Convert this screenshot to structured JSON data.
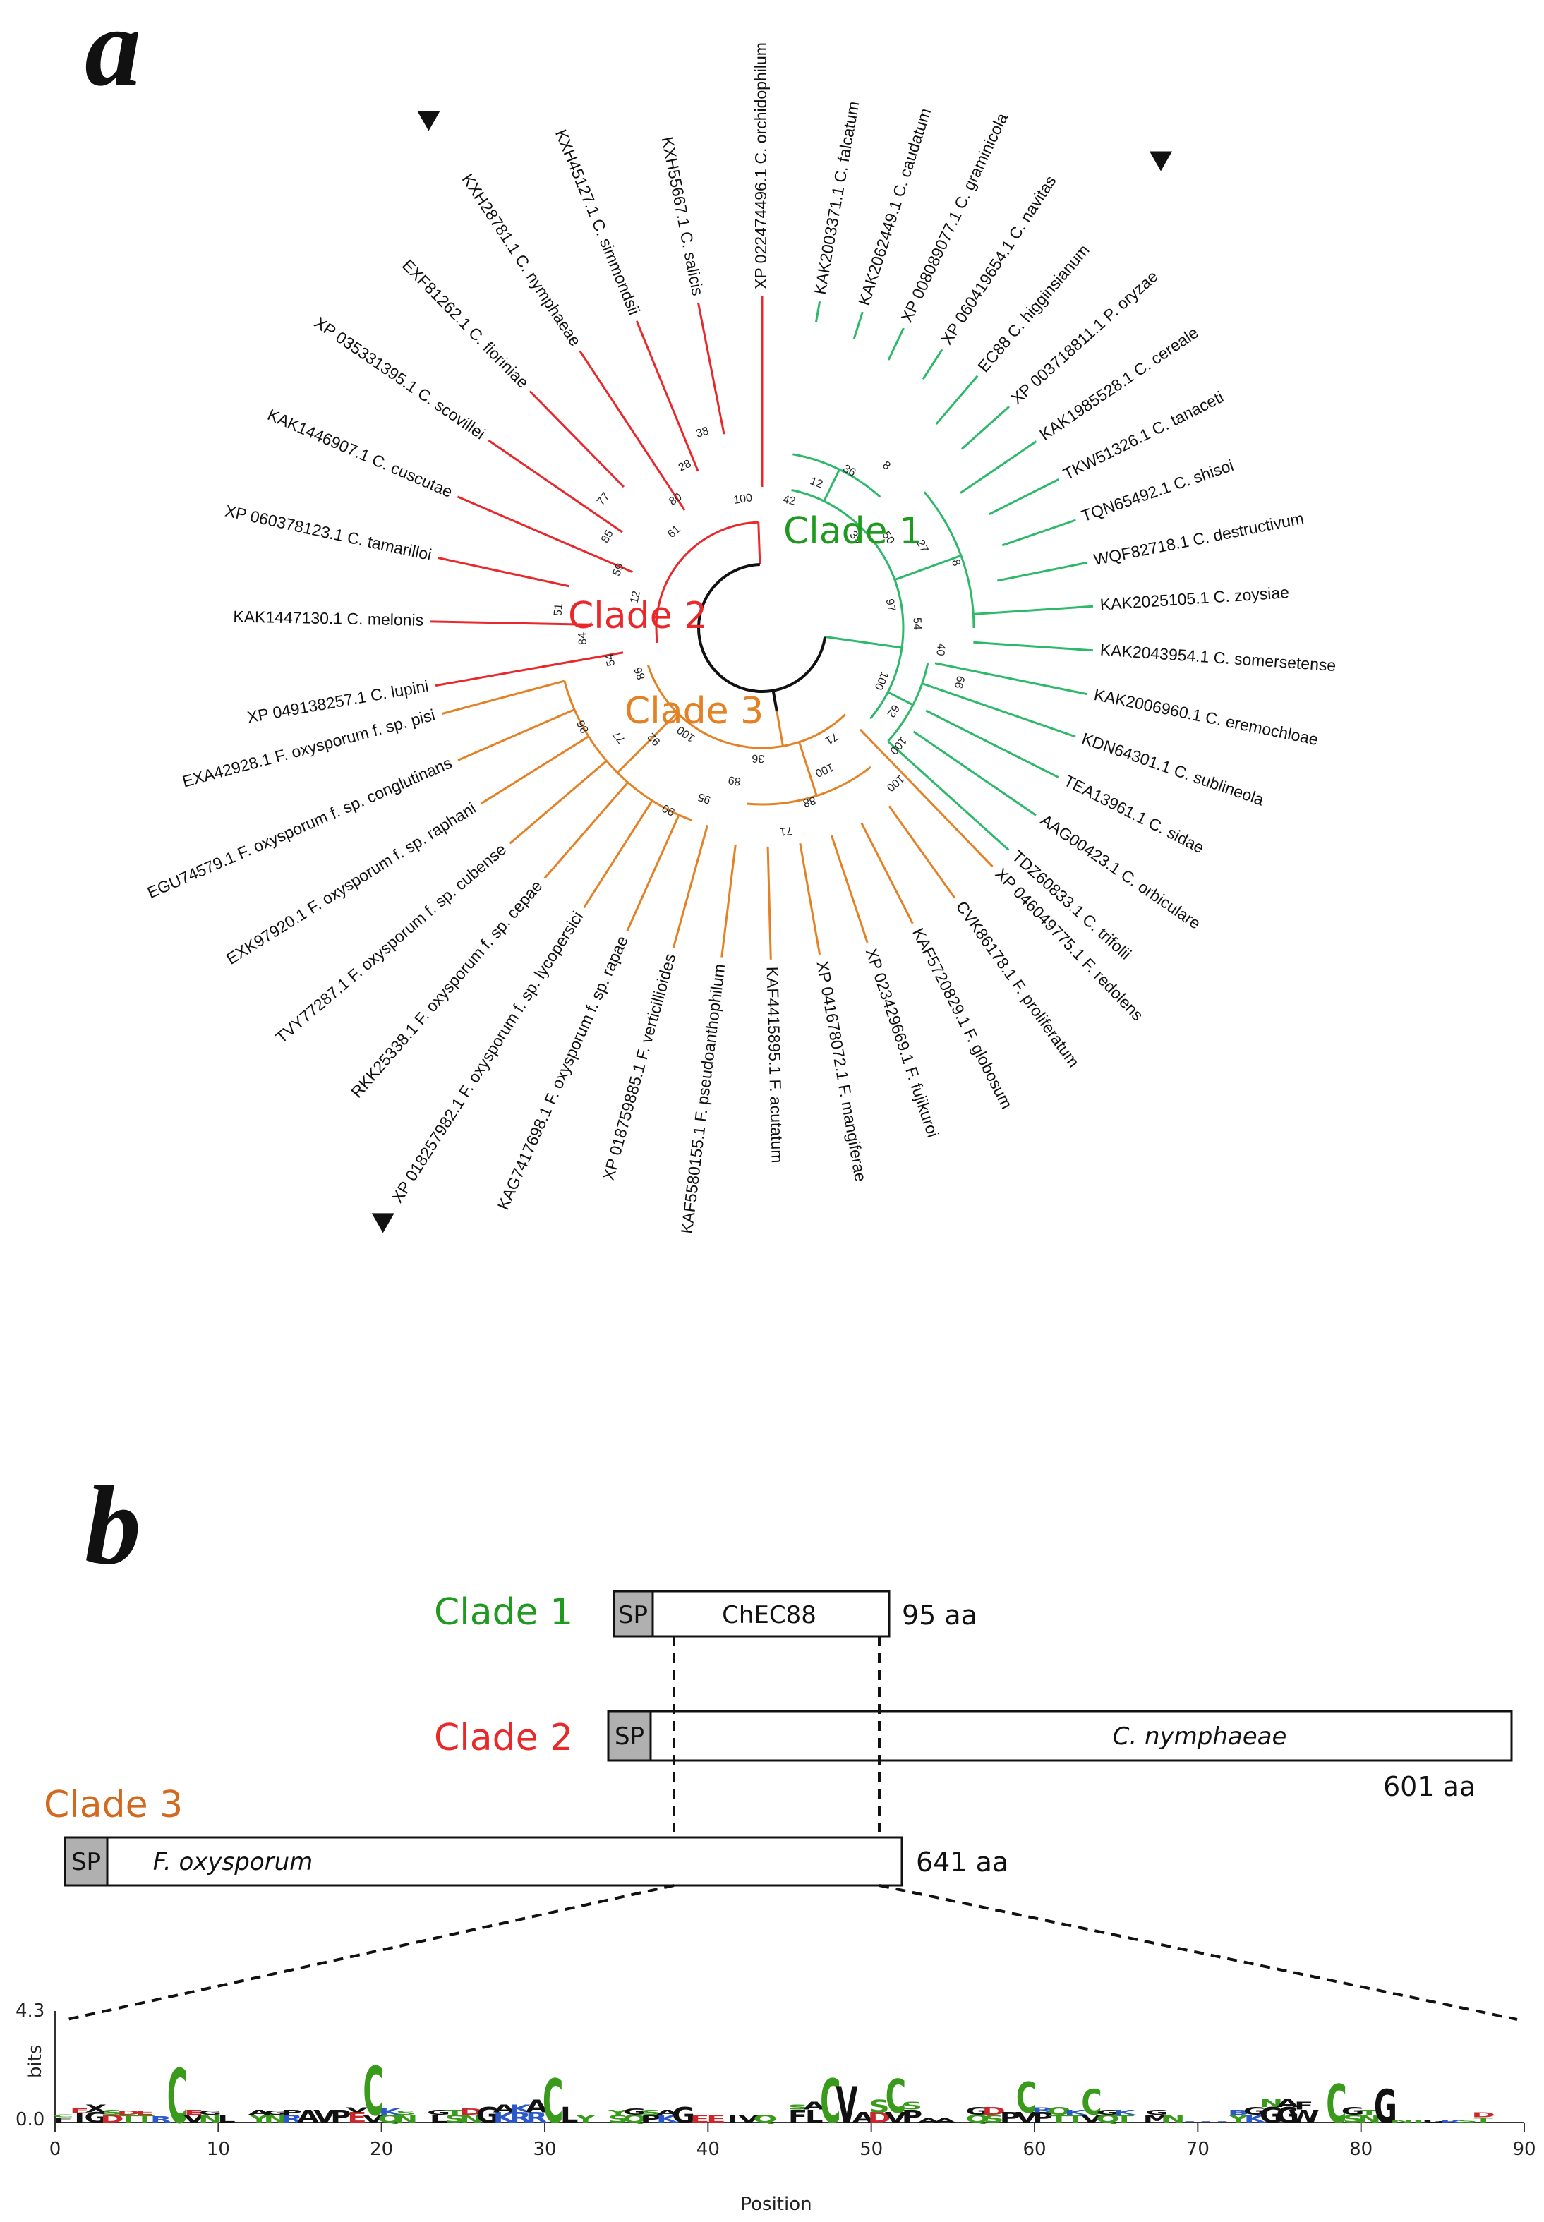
{
  "panel_a_letter": "a",
  "panel_b_letter": "b",
  "clade_labels": {
    "clade1": "Clade 1",
    "clade2": "Clade 2",
    "clade3": "Clade 3"
  },
  "colors": {
    "clade1": "#2db86a",
    "clade2": "#e8282b",
    "clade3": "#e38124",
    "clade1_label": "#1f9a1f",
    "clade2_label": "#e8282b",
    "clade3_label": "#d2691e",
    "root": "#111111",
    "sp_fill": "#b0b0b0",
    "logo_green": "#3a9a1c",
    "logo_blue": "#2a57c9",
    "logo_red": "#c8282b",
    "logo_black": "#111111"
  },
  "tree": {
    "clade1_leaves": [
      {
        "label": "KAK2003371.1 C. falcatum",
        "marker": false
      },
      {
        "label": "KAK2062449.1 C. caudatum",
        "marker": false
      },
      {
        "label": "XP 008089077.1 C. graminicola",
        "marker": false
      },
      {
        "label": "XP 060419654.1 C. navitas",
        "marker": false
      },
      {
        "label": "EC88 C. higginsianum",
        "marker": true
      },
      {
        "label": "XP 003718811.1 P. oryzae",
        "marker": false
      },
      {
        "label": "KAK1985528.1 C. cereale",
        "marker": false
      },
      {
        "label": "TKW51326.1 C. tanaceti",
        "marker": false
      },
      {
        "label": "TQN65492.1 C. shisoi",
        "marker": false
      },
      {
        "label": "WQF82718.1 C. destructivum",
        "marker": false
      },
      {
        "label": "KAK2025105.1 C. zoysiae",
        "marker": false
      },
      {
        "label": "KAK2043954.1 C. somersetense",
        "marker": false
      },
      {
        "label": "KAK2006960.1 C. eremochloae",
        "marker": false
      },
      {
        "label": "KDN64301.1 C. sublineola",
        "marker": false
      },
      {
        "label": "TEA13961.1 C. sidae",
        "marker": false
      },
      {
        "label": "AAG00423.1 C. orbiculare",
        "marker": false
      },
      {
        "label": "TDZ60833.1 C. trifolii",
        "marker": false
      }
    ],
    "clade3_leaves": [
      {
        "label": "XP 046049775.1 F. redolens",
        "marker": false
      },
      {
        "label": "CVK86178.1 F. proliferatum",
        "marker": false
      },
      {
        "label": "KAF5720829.1 F. globosum",
        "marker": false
      },
      {
        "label": "XP 023429669.1 F. fujikuroi",
        "marker": false
      },
      {
        "label": "XP 041678072.1 F. mangiferae",
        "marker": false
      },
      {
        "label": "KAF4415895.1 F. acutatum",
        "marker": false
      },
      {
        "label": "KAF5580155.1 F. pseudoanthophilum",
        "marker": false
      },
      {
        "label": "XP 018759885.1 F. verticillioides",
        "marker": false
      },
      {
        "label": "KAG7417698.1 F. oxysporum f. sp. rapae",
        "marker": false
      },
      {
        "label": "XP 018257982.1 F. oxysporum f. sp. lycopersici",
        "marker": true
      },
      {
        "label": "RKK25338.1 F. oxysporum f. sp. cepae",
        "marker": false
      },
      {
        "label": "TVY77287.1 F. oxysporum f. sp. cubense",
        "marker": false
      },
      {
        "label": "EXK97920.1 F. oxysporum f. sp. raphani",
        "marker": false
      },
      {
        "label": "EGU74579.1 F. oxysporum f. sp. conglutinans",
        "marker": false
      },
      {
        "label": "EXA42928.1 F. oxysporum f. sp. pisi",
        "marker": false
      }
    ],
    "clade2_leaves": [
      {
        "label": "XP 049138257.1 C. lupini",
        "marker": false
      },
      {
        "label": "KAK1447130.1 C. melonis",
        "marker": false
      },
      {
        "label": "XP 060378123.1 C. tamarilloi",
        "marker": false
      },
      {
        "label": "KAK1446907.1 C. cuscutae",
        "marker": false
      },
      {
        "label": "XP 035331395.1 C. scovillei",
        "marker": false
      },
      {
        "label": "EXF81262.1 C. fioriniae",
        "marker": false
      },
      {
        "label": "KXH28781.1 C. nymphaeae",
        "marker": true
      },
      {
        "label": "KXH45127.1 C. simmondsii",
        "marker": false
      },
      {
        "label": "KXH55667.1 C. salicis",
        "marker": false
      },
      {
        "label": "XP 022474496.1 C. orchidophilum",
        "marker": false
      }
    ],
    "bootstrap_values": [
      "42",
      "12",
      "36",
      "8",
      "35",
      "50",
      "27",
      "8",
      "97",
      "54",
      "40",
      "66",
      "100",
      "62",
      "100",
      "100",
      "71",
      "100",
      "88",
      "71",
      "36",
      "89",
      "95",
      "90",
      "100",
      "92",
      "77",
      "86",
      "86",
      "54",
      "84",
      "51",
      "12",
      "59",
      "85",
      "77",
      "61",
      "80",
      "28",
      "38",
      "100"
    ]
  },
  "domains": {
    "sp_label": "SP",
    "clade1_box": "ChEC88",
    "clade1_length": "95 aa",
    "clade2_box": "C. nymphaeae",
    "clade2_length": "601 aa",
    "clade3_box": "F. oxysporum",
    "clade3_length": "641 aa"
  },
  "logo": {
    "y_axis_label": "bits",
    "y_ticks": [
      "4.3",
      "0.0"
    ],
    "x_axis_label": "Position",
    "x_ticks": [
      "0",
      "10",
      "20",
      "30",
      "40",
      "50",
      "60",
      "70",
      "80",
      "90"
    ],
    "max_bits": 4.3,
    "positions": 90,
    "columns": [
      {
        "p": 1,
        "t": "F",
        "h": 0.2,
        "c": "black"
      },
      {
        "p": 1,
        "t": "C",
        "h": 0.1,
        "c": "green"
      },
      {
        "p": 2,
        "t": "I",
        "h": 0.35,
        "c": "black"
      },
      {
        "p": 2,
        "t": "E",
        "h": 0.2,
        "c": "red"
      },
      {
        "p": 3,
        "t": "G",
        "h": 0.4,
        "c": "black"
      },
      {
        "p": 3,
        "t": "X",
        "h": 0.3,
        "c": "black"
      },
      {
        "p": 4,
        "t": "D",
        "h": 0.3,
        "c": "red"
      },
      {
        "p": 4,
        "t": "S",
        "h": 0.2,
        "c": "green"
      },
      {
        "p": 5,
        "t": "T",
        "h": 0.3,
        "c": "green"
      },
      {
        "p": 5,
        "t": "D",
        "h": 0.15,
        "c": "red"
      },
      {
        "p": 6,
        "t": "T",
        "h": 0.3,
        "c": "green"
      },
      {
        "p": 6,
        "t": "E",
        "h": 0.15,
        "c": "red"
      },
      {
        "p": 7,
        "t": "R",
        "h": 0.25,
        "c": "blue"
      },
      {
        "p": 8,
        "t": "C",
        "h": 2.1,
        "c": "green"
      },
      {
        "p": 9,
        "t": "V",
        "h": 0.3,
        "c": "black"
      },
      {
        "p": 9,
        "t": "E",
        "h": 0.2,
        "c": "red"
      },
      {
        "p": 10,
        "t": "N",
        "h": 0.3,
        "c": "green"
      },
      {
        "p": 10,
        "t": "G",
        "h": 0.15,
        "c": "black"
      },
      {
        "p": 11,
        "t": "L",
        "h": 0.3,
        "c": "black"
      },
      {
        "p": 13,
        "t": "Y",
        "h": 0.3,
        "c": "green"
      },
      {
        "p": 13,
        "t": "A",
        "h": 0.2,
        "c": "black"
      },
      {
        "p": 14,
        "t": "N",
        "h": 0.3,
        "c": "green"
      },
      {
        "p": 14,
        "t": "G",
        "h": 0.15,
        "c": "black"
      },
      {
        "p": 15,
        "t": "R",
        "h": 0.3,
        "c": "blue"
      },
      {
        "p": 15,
        "t": "P",
        "h": 0.2,
        "c": "black"
      },
      {
        "p": 16,
        "t": "A",
        "h": 0.5,
        "c": "black"
      },
      {
        "p": 17,
        "t": "V",
        "h": 0.5,
        "c": "black"
      },
      {
        "p": 18,
        "t": "P",
        "h": 0.5,
        "c": "black"
      },
      {
        "p": 19,
        "t": "E",
        "h": 0.4,
        "c": "red"
      },
      {
        "p": 19,
        "t": "V",
        "h": 0.2,
        "c": "black"
      },
      {
        "p": 20,
        "t": "V",
        "h": 0.3,
        "c": "black"
      },
      {
        "p": 20,
        "t": "C",
        "h": 1.9,
        "c": "green"
      },
      {
        "p": 21,
        "t": "Q",
        "h": 0.3,
        "c": "green"
      },
      {
        "p": 21,
        "t": "K",
        "h": 0.25,
        "c": "blue"
      },
      {
        "p": 22,
        "t": "N",
        "h": 0.3,
        "c": "green"
      },
      {
        "p": 22,
        "t": "S",
        "h": 0.15,
        "c": "green"
      },
      {
        "p": 24,
        "t": "L",
        "h": 0.3,
        "c": "black"
      },
      {
        "p": 24,
        "t": "G",
        "h": 0.2,
        "c": "black"
      },
      {
        "p": 25,
        "t": "S",
        "h": 0.3,
        "c": "green"
      },
      {
        "p": 25,
        "t": "T",
        "h": 0.2,
        "c": "green"
      },
      {
        "p": 26,
        "t": "N",
        "h": 0.3,
        "c": "green"
      },
      {
        "p": 26,
        "t": "D",
        "h": 0.25,
        "c": "red"
      },
      {
        "p": 27,
        "t": "G",
        "h": 0.6,
        "c": "black"
      },
      {
        "p": 28,
        "t": "K",
        "h": 0.4,
        "c": "blue"
      },
      {
        "p": 28,
        "t": "A",
        "h": 0.3,
        "c": "black"
      },
      {
        "p": 29,
        "t": "R",
        "h": 0.4,
        "c": "blue"
      },
      {
        "p": 29,
        "t": "K",
        "h": 0.3,
        "c": "blue"
      },
      {
        "p": 30,
        "t": "R",
        "h": 0.4,
        "c": "blue"
      },
      {
        "p": 30,
        "t": "A",
        "h": 0.5,
        "c": "black"
      },
      {
        "p": 31,
        "t": "C",
        "h": 1.7,
        "c": "green"
      },
      {
        "p": 32,
        "t": "L",
        "h": 0.6,
        "c": "black"
      },
      {
        "p": 33,
        "t": "Y",
        "h": 0.3,
        "c": "green"
      },
      {
        "p": 35,
        "t": "S",
        "h": 0.3,
        "c": "green"
      },
      {
        "p": 35,
        "t": "Y",
        "h": 0.2,
        "c": "green"
      },
      {
        "p": 36,
        "t": "Q",
        "h": 0.3,
        "c": "green"
      },
      {
        "p": 36,
        "t": "G",
        "h": 0.25,
        "c": "black"
      },
      {
        "p": 37,
        "t": "P",
        "h": 0.3,
        "c": "black"
      },
      {
        "p": 37,
        "t": "S",
        "h": 0.2,
        "c": "green"
      },
      {
        "p": 38,
        "t": "K",
        "h": 0.3,
        "c": "blue"
      },
      {
        "p": 38,
        "t": "A",
        "h": 0.2,
        "c": "black"
      },
      {
        "p": 39,
        "t": "G",
        "h": 0.6,
        "c": "black"
      },
      {
        "p": 40,
        "t": "E",
        "h": 0.3,
        "c": "red"
      },
      {
        "p": 41,
        "t": "E",
        "h": 0.3,
        "c": "red"
      },
      {
        "p": 42,
        "t": "I",
        "h": 0.3,
        "c": "black"
      },
      {
        "p": 43,
        "t": "V",
        "h": 0.3,
        "c": "black"
      },
      {
        "p": 44,
        "t": "Q",
        "h": 0.3,
        "c": "green"
      },
      {
        "p": 46,
        "t": "F",
        "h": 0.5,
        "c": "black"
      },
      {
        "p": 46,
        "t": "S",
        "h": 0.2,
        "c": "green"
      },
      {
        "p": 47,
        "t": "L",
        "h": 0.5,
        "c": "black"
      },
      {
        "p": 47,
        "t": "A",
        "h": 0.3,
        "c": "black"
      },
      {
        "p": 48,
        "t": "C",
        "h": 1.7,
        "c": "green"
      },
      {
        "p": 49,
        "t": "V",
        "h": 1.4,
        "c": "black"
      },
      {
        "p": 50,
        "t": "A",
        "h": 0.4,
        "c": "black"
      },
      {
        "p": 51,
        "t": "D",
        "h": 0.4,
        "c": "red"
      },
      {
        "p": 51,
        "t": "S",
        "h": 0.5,
        "c": "green"
      },
      {
        "p": 52,
        "t": "V",
        "h": 0.4,
        "c": "black"
      },
      {
        "p": 52,
        "t": "C",
        "h": 1.3,
        "c": "green"
      },
      {
        "p": 53,
        "t": "P",
        "h": 0.5,
        "c": "black"
      },
      {
        "p": 53,
        "t": "S",
        "h": 0.3,
        "c": "green"
      },
      {
        "p": 54,
        "t": "A",
        "h": 0.15,
        "c": "black"
      },
      {
        "p": 55,
        "t": "A",
        "h": 0.15,
        "c": "black"
      },
      {
        "p": 57,
        "t": "Q",
        "h": 0.3,
        "c": "green"
      },
      {
        "p": 57,
        "t": "G",
        "h": 0.3,
        "c": "black"
      },
      {
        "p": 58,
        "t": "S",
        "h": 0.3,
        "c": "green"
      },
      {
        "p": 58,
        "t": "D",
        "h": 0.3,
        "c": "red"
      },
      {
        "p": 59,
        "t": "P",
        "h": 0.4,
        "c": "black"
      },
      {
        "p": 60,
        "t": "V",
        "h": 0.4,
        "c": "black"
      },
      {
        "p": 60,
        "t": "C",
        "h": 1.2,
        "c": "green"
      },
      {
        "p": 61,
        "t": "P",
        "h": 0.4,
        "c": "black"
      },
      {
        "p": 61,
        "t": "R",
        "h": 0.2,
        "c": "blue"
      },
      {
        "p": 62,
        "t": "T",
        "h": 0.3,
        "c": "green"
      },
      {
        "p": 62,
        "t": "Q",
        "h": 0.3,
        "c": "green"
      },
      {
        "p": 63,
        "t": "T",
        "h": 0.3,
        "c": "green"
      },
      {
        "p": 63,
        "t": "K",
        "h": 0.2,
        "c": "blue"
      },
      {
        "p": 64,
        "t": "V",
        "h": 0.3,
        "c": "black"
      },
      {
        "p": 64,
        "t": "C",
        "h": 1.0,
        "c": "green"
      },
      {
        "p": 65,
        "t": "Q",
        "h": 0.3,
        "c": "green"
      },
      {
        "p": 65,
        "t": "G",
        "h": 0.2,
        "c": "black"
      },
      {
        "p": 66,
        "t": "T",
        "h": 0.3,
        "c": "green"
      },
      {
        "p": 66,
        "t": "K",
        "h": 0.2,
        "c": "blue"
      },
      {
        "p": 68,
        "t": "M",
        "h": 0.3,
        "c": "black"
      },
      {
        "p": 68,
        "t": "G",
        "h": 0.2,
        "c": "black"
      },
      {
        "p": 69,
        "t": "N",
        "h": 0.3,
        "c": "green"
      },
      {
        "p": 70,
        "t": "-",
        "h": 0.1,
        "c": "blue"
      },
      {
        "p": 71,
        "t": "-",
        "h": 0.1,
        "c": "blue"
      },
      {
        "p": 72,
        "t": "-",
        "h": 0.1,
        "c": "blue"
      },
      {
        "p": 73,
        "t": "Y",
        "h": 0.3,
        "c": "green"
      },
      {
        "p": 73,
        "t": "B",
        "h": 0.2,
        "c": "blue"
      },
      {
        "p": 74,
        "t": "K",
        "h": 0.3,
        "c": "blue"
      },
      {
        "p": 74,
        "t": "G",
        "h": 0.3,
        "c": "black"
      },
      {
        "p": 75,
        "t": "G",
        "h": 0.6,
        "c": "black"
      },
      {
        "p": 75,
        "t": "N",
        "h": 0.3,
        "c": "green"
      },
      {
        "p": 76,
        "t": "G",
        "h": 0.6,
        "c": "black"
      },
      {
        "p": 76,
        "t": "A",
        "h": 0.3,
        "c": "black"
      },
      {
        "p": 77,
        "t": "W",
        "h": 0.5,
        "c": "black"
      },
      {
        "p": 77,
        "t": "F",
        "h": 0.3,
        "c": "black"
      },
      {
        "p": 79,
        "t": "C",
        "h": 1.5,
        "c": "green"
      },
      {
        "p": 80,
        "t": "S",
        "h": 0.3,
        "c": "green"
      },
      {
        "p": 80,
        "t": "G",
        "h": 0.3,
        "c": "black"
      },
      {
        "p": 81,
        "t": "N",
        "h": 0.3,
        "c": "green"
      },
      {
        "p": 81,
        "t": "T",
        "h": 0.2,
        "c": "green"
      },
      {
        "p": 82,
        "t": "G",
        "h": 1.3,
        "c": "black"
      },
      {
        "p": 83,
        "t": "N",
        "h": 0.1,
        "c": "green"
      },
      {
        "p": 84,
        "t": "T",
        "h": 0.1,
        "c": "green"
      },
      {
        "p": 85,
        "t": "G",
        "h": 0.1,
        "c": "black"
      },
      {
        "p": 86,
        "t": "R",
        "h": 0.1,
        "c": "blue"
      },
      {
        "p": 87,
        "t": "S",
        "h": 0.1,
        "c": "green"
      },
      {
        "p": 88,
        "t": "T",
        "h": 0.2,
        "c": "green"
      },
      {
        "p": 88,
        "t": "D",
        "h": 0.2,
        "c": "red"
      }
    ]
  }
}
